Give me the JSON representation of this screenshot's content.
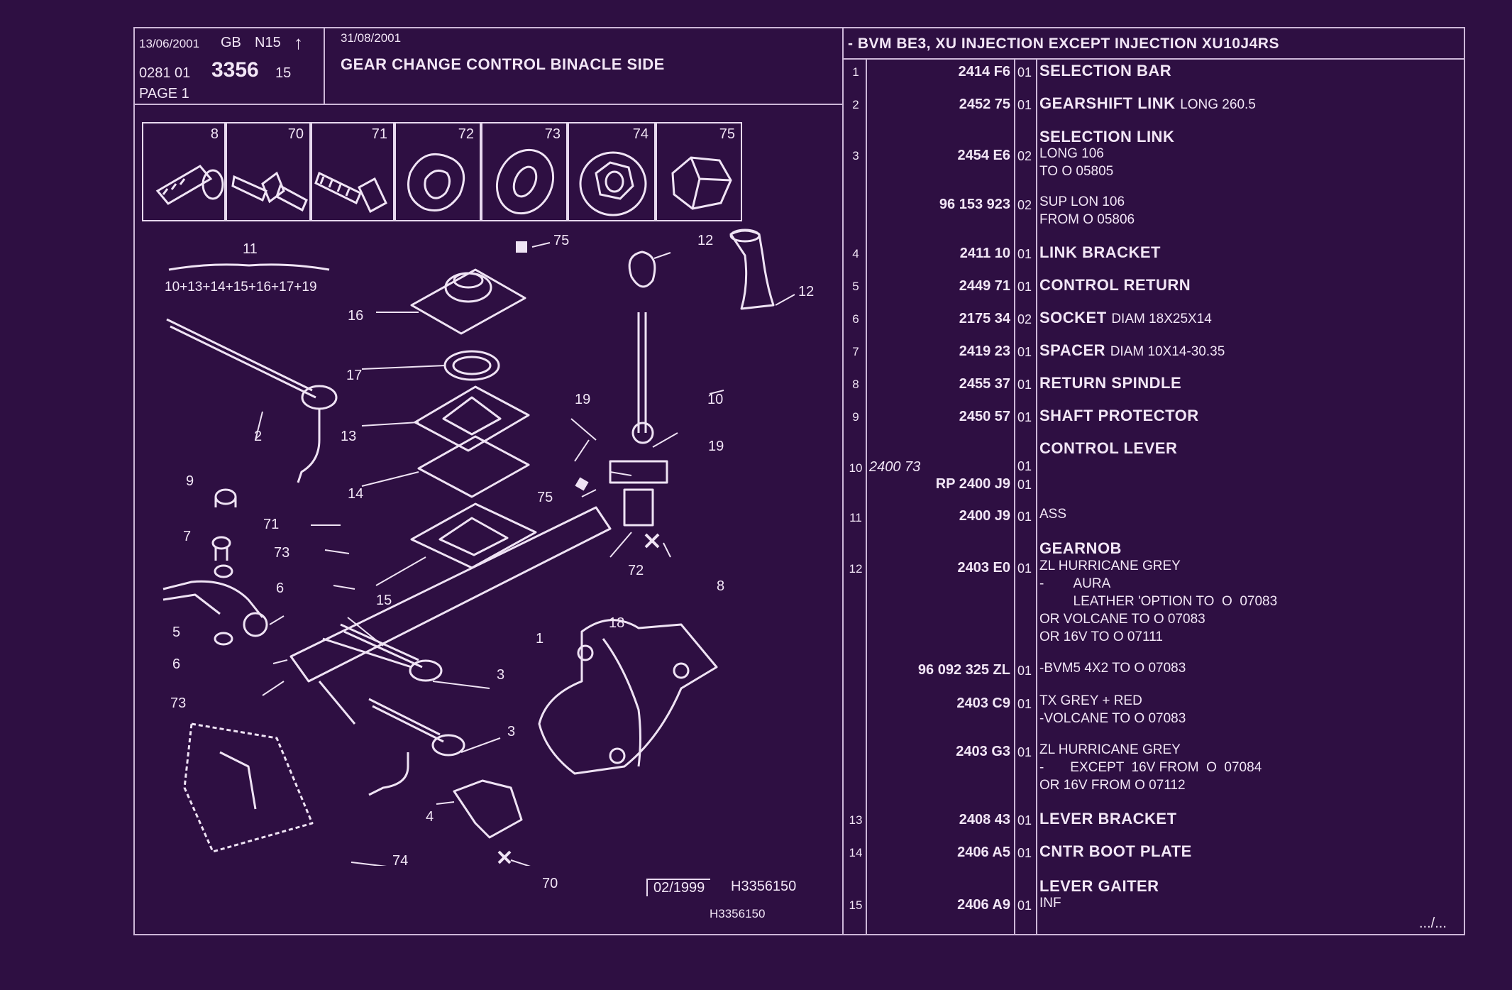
{
  "header": {
    "print_date": "13/06/2001",
    "region": "GB",
    "model": "N15",
    "arrow": "↑",
    "ref_prefix": "0281 01",
    "ref_main": "3356",
    "ref_suffix": "15",
    "page": "PAGE 1",
    "issue_date": "31/08/2001",
    "title": "GEAR CHANGE CONTROL BINACLE SIDE",
    "applicability": "- BVM BE3, XU INJECTION EXCEPT INJECTION XU10J4RS"
  },
  "parts_boxes": [
    {
      "num": "8",
      "icon": "bolt-icon"
    },
    {
      "num": "70",
      "icon": "stud-icon"
    },
    {
      "num": "71",
      "icon": "screw-icon"
    },
    {
      "num": "72",
      "icon": "clip-icon"
    },
    {
      "num": "73",
      "icon": "washer-icon"
    },
    {
      "num": "74",
      "icon": "flange-nut-icon"
    },
    {
      "num": "75",
      "icon": "cap-nut-icon"
    }
  ],
  "kit": {
    "number": "11",
    "formula": "10+13+14+15+16+17+19"
  },
  "callouts": [
    "75",
    "12",
    "12",
    "16",
    "17",
    "13",
    "14",
    "15",
    "2",
    "9",
    "71",
    "73",
    "7",
    "6",
    "5",
    "6",
    "73",
    "1",
    "3",
    "3",
    "4",
    "74",
    "70",
    "10",
    "19",
    "19",
    "75",
    "72",
    "8",
    "18"
  ],
  "footer": {
    "date_box": "02/1999",
    "drawing_ref": "H3356150",
    "drawing_ref_small": "H3356150",
    "continued": ".../..."
  },
  "rows": [
    {
      "no": "1",
      "ref": "2414 F6",
      "lv": "01",
      "name": "SELECTION BAR",
      "sub": "",
      "extra": []
    },
    {
      "no": "2",
      "ref": "2452 75",
      "lv": "01",
      "name": "GEARSHIFT LINK",
      "sub": "LONG 260.5",
      "extra": []
    },
    {
      "no": "3",
      "ref": "2454 E6",
      "lv": "02",
      "name": "SELECTION LINK",
      "sub": "",
      "extra": [
        "LONG 106",
        "TO  O  05805"
      ]
    },
    {
      "no": "",
      "ref": "96 153 923",
      "lv": "02",
      "name": "",
      "sub": "",
      "extra": [
        "SUP LON 106",
        "FROM  O  05806"
      ]
    },
    {
      "no": "4",
      "ref": "2411 10",
      "lv": "01",
      "name": "LINK BRACKET",
      "sub": "",
      "extra": []
    },
    {
      "no": "5",
      "ref": "2449 71",
      "lv": "01",
      "name": "CONTROL RETURN",
      "sub": "",
      "extra": []
    },
    {
      "no": "6",
      "ref": "2175 34",
      "lv": "02",
      "name": "SOCKET",
      "sub": "DIAM 18X25X14",
      "extra": []
    },
    {
      "no": "7",
      "ref": "2419 23",
      "lv": "01",
      "name": "SPACER",
      "sub": "DIAM 10X14-30.35",
      "extra": []
    },
    {
      "no": "8",
      "ref": "2455 37",
      "lv": "01",
      "name": "RETURN SPINDLE",
      "sub": "",
      "extra": []
    },
    {
      "no": "9",
      "ref": "2450 57",
      "lv": "01",
      "name": "SHAFT PROTECTOR",
      "sub": "",
      "extra": []
    },
    {
      "no": "10",
      "ref": "RP  2400 J9",
      "alt": "2400 73",
      "lv": "01",
      "lv2": "01",
      "name": "CONTROL LEVER",
      "sub": "",
      "extra": []
    },
    {
      "no": "11",
      "ref": "2400 J9",
      "lv": "01",
      "name": "",
      "sub": "",
      "extra": [
        "ASS"
      ]
    },
    {
      "no": "12",
      "ref": "2403 E0",
      "lv": "01",
      "name": "GEARNOB",
      "sub": "",
      "extra": [
        "ZL HURRICANE GREY",
        "-        AURA",
        "         LEATHER 'OPTION TO  O  07083",
        "OR VOLCANE TO  O  07083",
        "OR 16V TO  O  07111"
      ]
    },
    {
      "no": "",
      "ref": "96 092 325 ZL",
      "lv": "01",
      "name": "",
      "sub": "",
      "extra": [
        "-BVM5 4X2 TO  O  07083"
      ]
    },
    {
      "no": "",
      "ref": "2403 C9",
      "lv": "01",
      "name": "",
      "sub": "",
      "extra": [
        "TX GREY + RED",
        "-VOLCANE TO  O  07083"
      ]
    },
    {
      "no": "",
      "ref": "2403 G3",
      "lv": "01",
      "name": "",
      "sub": "",
      "extra": [
        "ZL HURRICANE GREY",
        "-       EXCEPT  16V FROM  O  07084",
        "OR 16V FROM  O  07112"
      ]
    },
    {
      "no": "13",
      "ref": "2408 43",
      "lv": "01",
      "name": "LEVER BRACKET",
      "sub": "",
      "extra": []
    },
    {
      "no": "14",
      "ref": "2406 A5",
      "lv": "01",
      "name": "CNTR BOOT PLATE",
      "sub": "",
      "extra": []
    },
    {
      "no": "15",
      "ref": "2406 A9",
      "lv": "01",
      "name": "LEVER GAITER",
      "sub": "",
      "extra": [
        "INF"
      ]
    }
  ]
}
